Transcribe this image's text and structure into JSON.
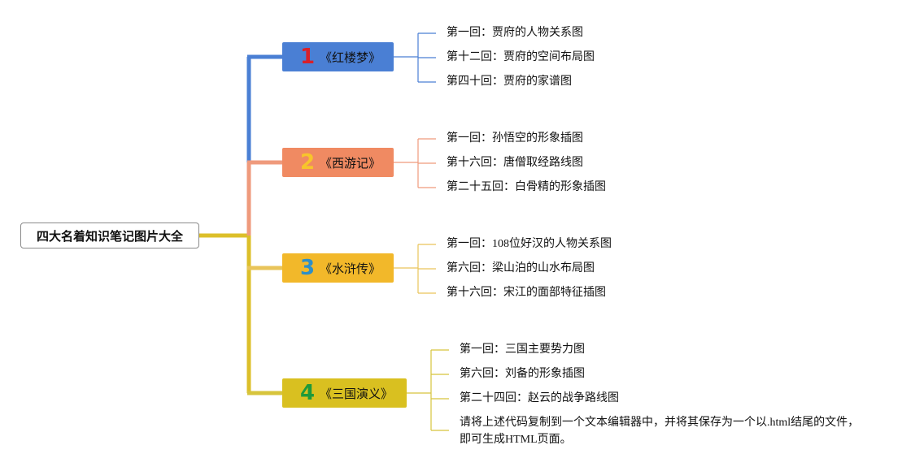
{
  "root": {
    "label": "四大名着知识笔记图片大全"
  },
  "branches": [
    {
      "number": "1",
      "title": "《红楼梦》",
      "fill": "#4a7fd4",
      "number_color": "#d8202a",
      "line": "#4a7fd4",
      "items": [
        "第一回：贾府的人物关系图",
        "第十二回：贾府的空间布局图",
        "第四十回：贾府的家谱图"
      ]
    },
    {
      "number": "2",
      "title": "《西游记》",
      "fill": "#f08a62",
      "number_color": "#f7c52b",
      "line": "#ef9a7c",
      "items": [
        "第一回：孙悟空的形象插图",
        "第十六回：唐僧取经路线图",
        "第二十五回：白骨精的形象插图"
      ]
    },
    {
      "number": "3",
      "title": "《水浒传》",
      "fill": "#f2b82a",
      "number_color": "#2d8fc8",
      "line": "#e9c45a",
      "items": [
        "第一回：108位好汉的人物关系图",
        "第六回：梁山泊的山水布局图",
        "第十六回：宋江的面部特征插图"
      ]
    },
    {
      "number": "4",
      "title": "《三国演义》",
      "fill": "#d9c020",
      "number_color": "#1f9a3a",
      "line": "#d7c43c",
      "items": [
        "第一回：三国主要势力图",
        "第六回：刘备的形象插图",
        "第二十四回：赵云的战争路线图"
      ]
    }
  ],
  "note": "请将上述代码复制到一个文本编辑器中，并将其保存为一个以.html结尾的文件，即可生成HTML页面。",
  "colors": {
    "trunk": "#dcbf2a"
  }
}
